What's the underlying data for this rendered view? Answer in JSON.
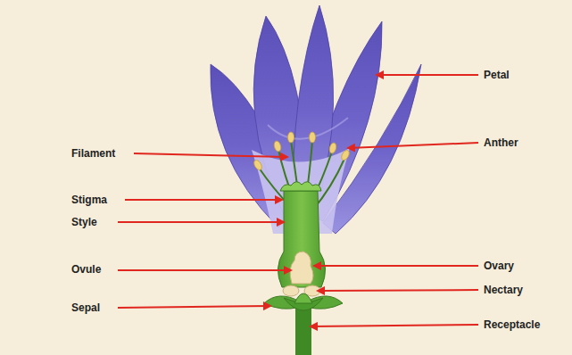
{
  "diagram": {
    "labels": [
      "Petal",
      "Anther",
      "Filament",
      "Stigma",
      "Style",
      "Ovule",
      "Ovary",
      "Nectary",
      "Sepal",
      "Receptacle"
    ]
  }
}
